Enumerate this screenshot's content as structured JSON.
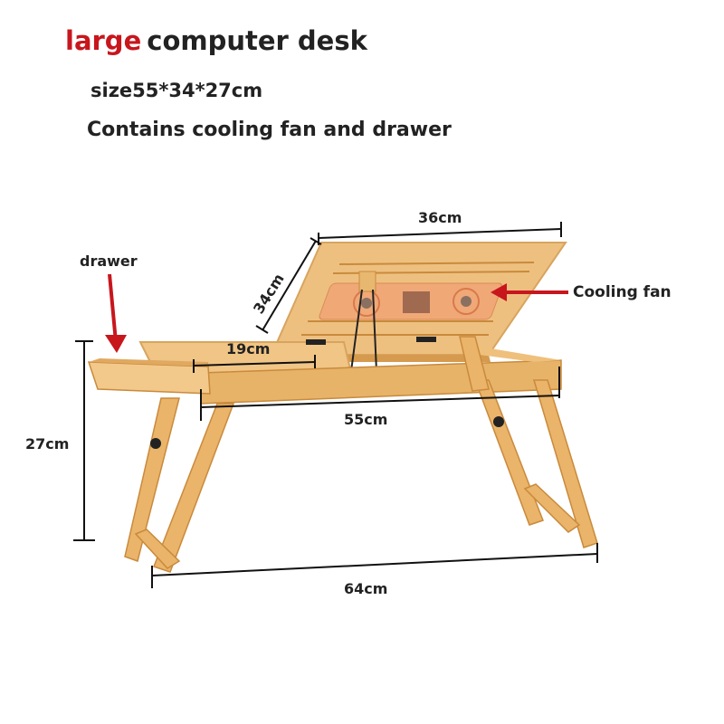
{
  "header": {
    "title_accent": "large",
    "title_rest": "computer desk",
    "size_line": "size55*34*27cm",
    "feature_line": "Contains cooling fan and drawer"
  },
  "annotations": {
    "top_width": "36cm",
    "top_depth": "34cm",
    "side_panel": "19cm",
    "desk_width": "55cm",
    "height": "27cm",
    "leg_span": "64cm",
    "drawer_label": "drawer",
    "fan_label": "Cooling fan"
  },
  "colors": {
    "accent": "#c8161d",
    "text": "#222222",
    "wood_light": "#f2c98a",
    "wood_mid": "#e3a95c",
    "wood_dark": "#c98a3c",
    "fan_panel": "#f0a877"
  }
}
